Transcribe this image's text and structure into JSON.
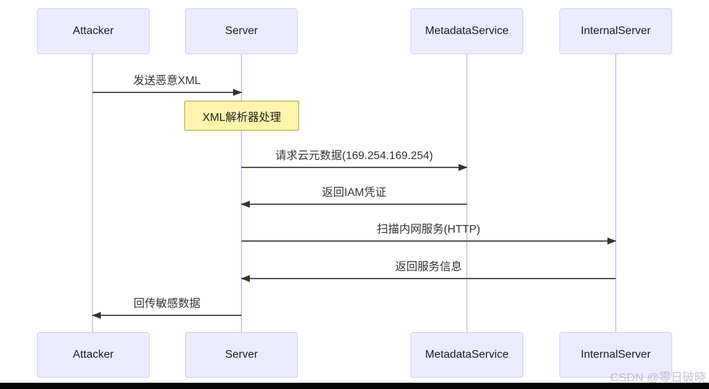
{
  "diagram": {
    "type": "sequence",
    "actors": [
      {
        "name": "Attacker"
      },
      {
        "name": "Server"
      },
      {
        "name": "MetadataService"
      },
      {
        "name": "InternalServer"
      }
    ],
    "messages": [
      {
        "text": "发送恶意XML",
        "from": "Attacker",
        "to": "Server",
        "direction": "right"
      },
      {
        "text": "请求云元数据(169.254.169.254)",
        "from": "Server",
        "to": "MetadataService",
        "direction": "right"
      },
      {
        "text": "返回IAM凭证",
        "from": "MetadataService",
        "to": "Server",
        "direction": "left"
      },
      {
        "text": "扫描内网服务(HTTP)",
        "from": "Server",
        "to": "InternalServer",
        "direction": "right"
      },
      {
        "text": "返回服务信息",
        "from": "InternalServer",
        "to": "Server",
        "direction": "left"
      },
      {
        "text": "回传敏感数据",
        "from": "Server",
        "to": "Attacker",
        "direction": "left"
      }
    ],
    "note": {
      "text": "XML解析器处理",
      "over": "Server"
    },
    "colors": {
      "actor_fill": "#ECECFF",
      "actor_border": "#CFCFF5",
      "lifeline": "#D9CEF2",
      "arrow_line": "#555555",
      "arrow_head": "#333333",
      "note_fill": "#FFF5AD",
      "note_border": "#AAAA33"
    }
  },
  "watermark": {
    "text": "CSDN @零日破晓"
  }
}
